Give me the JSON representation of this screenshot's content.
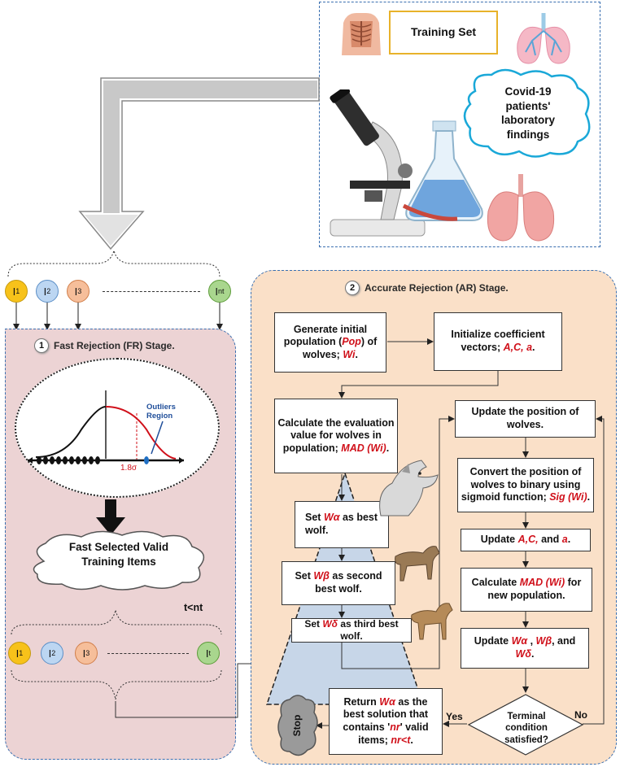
{
  "training": {
    "title": "Training Set",
    "cloud_lines": [
      "Covid-19",
      "patients'",
      "laboratory",
      "findings"
    ]
  },
  "top_nodes": [
    "I",
    "I",
    "I",
    "I"
  ],
  "top_node_subs": [
    "1",
    "2",
    "3",
    "nt"
  ],
  "bottom_nodes": [
    "I",
    "I",
    "I",
    "I"
  ],
  "bottom_node_subs": [
    "1",
    "2",
    "3",
    "t"
  ],
  "fr": {
    "number": "1",
    "title": "Fast Rejection (FR) Stage.",
    "outliers_label": "Outliers Region",
    "sigma_label": "1.8σ",
    "cloud_lines": [
      "Fast Selected Valid",
      "Training Items"
    ],
    "t_label": "t<nt"
  },
  "ar": {
    "number": "2",
    "title": "Accurate Rejection (AR) Stage.",
    "gen_pop": {
      "a": "Generate initial population (",
      "b": "Pop",
      "c": ") of wolves; ",
      "d": "Wi",
      "e": "."
    },
    "init_coef": {
      "a": "Initialize coefficient vectors; ",
      "b": "A,C, a",
      "c": "."
    },
    "calc_eval": {
      "a": "Calculate the evaluation value for wolves in population; ",
      "b": "MAD (Wi)",
      "c": "."
    },
    "set_best": {
      "a": "Set ",
      "b": "Wα",
      "c": " as best wolf."
    },
    "set_second": {
      "a": "Set ",
      "b": "Wβ",
      "c": " as second best wolf."
    },
    "set_third": {
      "a": "Set ",
      "b": "Wδ",
      "c": " as third best wolf."
    },
    "update_pos": "Update the position of wolves.",
    "convert": {
      "a": "Convert the position of wolves to binary using sigmoid function; ",
      "b": "Sig (Wi)",
      "c": "."
    },
    "update_acs": {
      "a": "Update ",
      "b": "A,C,",
      "c": " and ",
      "d": "a",
      "e": "."
    },
    "calc_mad": {
      "a": "Calculate ",
      "b": "MAD (Wi)",
      "c": " for new population."
    },
    "update_w": {
      "a": "Update ",
      "b": "Wα",
      "c": " , ",
      "d": "Wβ",
      "e": ", and ",
      "f": "Wδ",
      "g": "."
    },
    "terminal": "Terminal condition satisfied?",
    "return": {
      "a": "Return ",
      "b": "Wα",
      "c": " as the best solution that contains '",
      "d": "nr",
      "e": "' valid items; ",
      "f": "nr<t",
      "g": "."
    },
    "yes": "Yes",
    "no": "No",
    "stop": "Stop"
  },
  "colors": {
    "fr_bg": "#ecd3d4",
    "ar_bg": "#fae0c8",
    "node1": "#f7c21a",
    "node2": "#bcd6f2",
    "node3": "#f6be9a",
    "nodeN": "#a9d68e",
    "triangle": "#c7d6e8",
    "red_text": "#d0101a"
  }
}
